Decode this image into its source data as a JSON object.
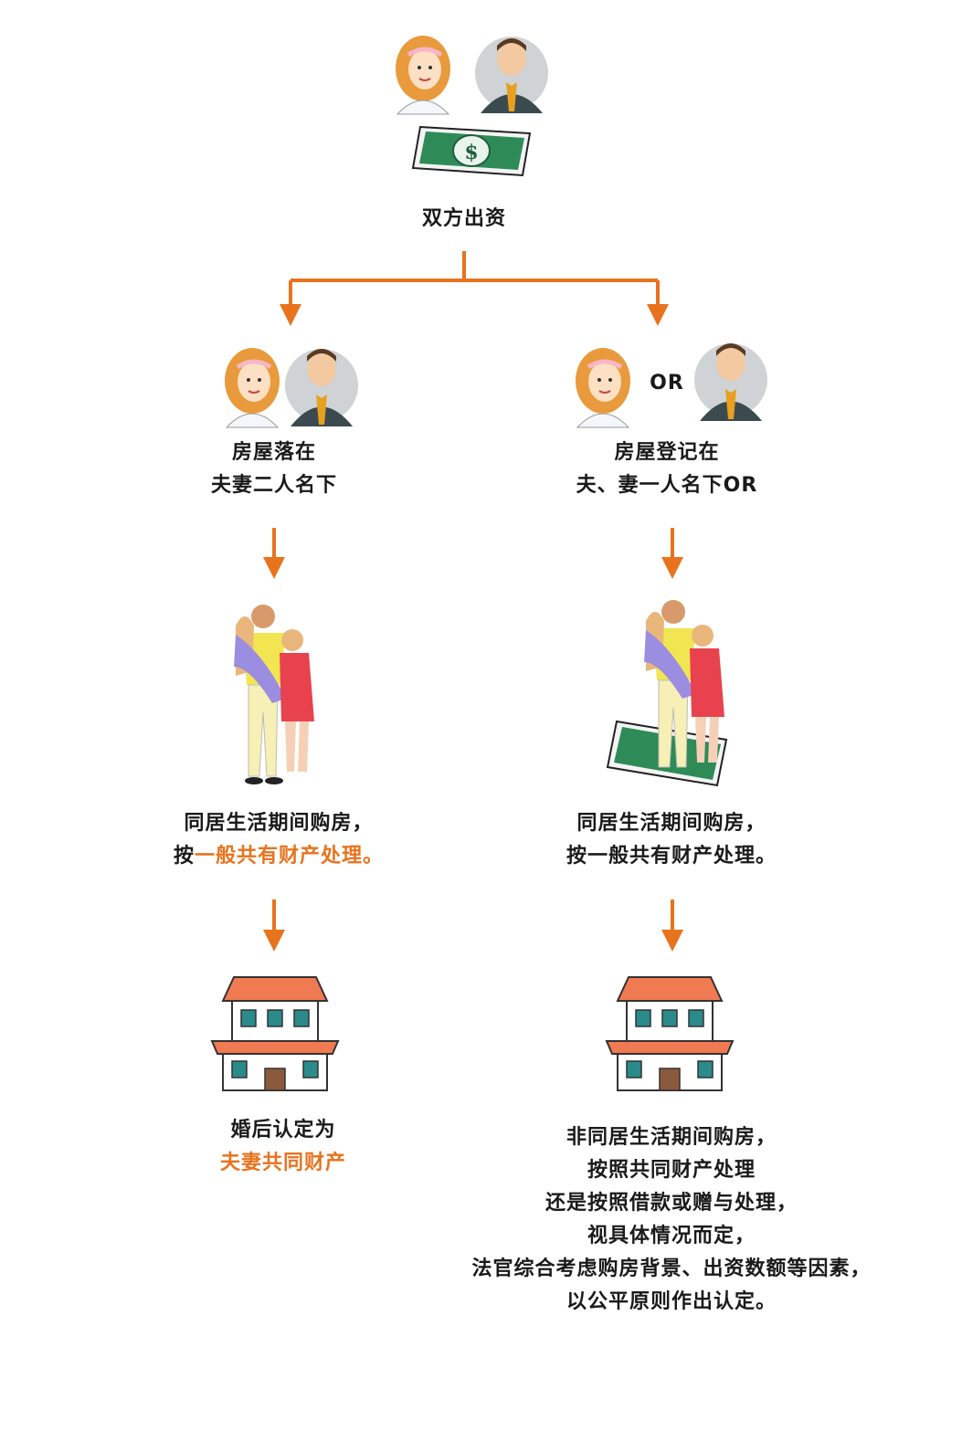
{
  "root": {
    "label": "双方出资"
  },
  "left": {
    "title_line1": "房屋落在",
    "title_line2": "夫妻二人名下",
    "cohab_line1": "同居生活期间购房，",
    "cohab_line2_prefix": "按",
    "cohab_line2_highlight": "一般共有财产处理。",
    "result_line1": "婚后认定为",
    "result_line2_highlight": "夫妻共同财产"
  },
  "right": {
    "or_label": "OR",
    "title_line1": "房屋登记在",
    "title_line2": "夫、妻一人名下OR",
    "cohab_line1": "同居生活期间购房，",
    "cohab_line2": "按一般共有财产处理。",
    "result_lines": [
      "非同居生活期间购房，",
      "按照共同财产处理",
      "还是按照借款或赠与处理，",
      "视具体情况而定，",
      "法官综合考虑购房背景、出资数额等因素，",
      "以公平原则作出认定。"
    ]
  },
  "colors": {
    "arrow": "#e8731d",
    "highlight": "#e8731d",
    "money": "#2e8b57",
    "roof": "#f07a52"
  },
  "icons": [
    "woman-icon",
    "man-icon",
    "money-bill-icon",
    "family-icon",
    "house-icon"
  ]
}
